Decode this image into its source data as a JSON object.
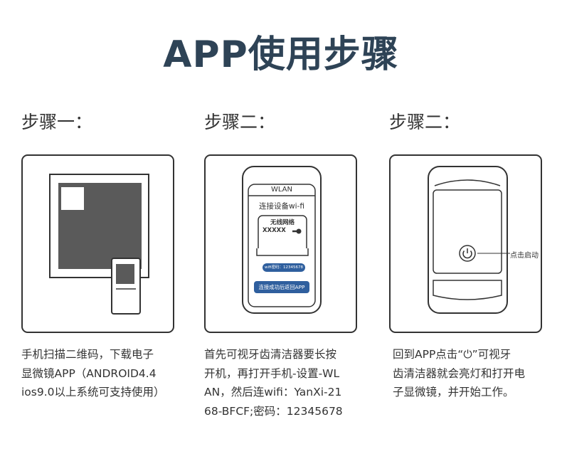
{
  "page": {
    "title": "APP使用步骤"
  },
  "steps": [
    {
      "label": "步骤一：",
      "description": "手机扫描二维码，下载电子\n显微镜APP（ANDROID4.4\nios9.0以上系统可支持使用）"
    },
    {
      "label": "步骤二：",
      "description": "首先可视牙齿清洁器要长按\n开机，再打开手机-设置-WL\nAN，然后连wifi：YanXi-21\n68-BFCF;密码：12345678",
      "phone": {
        "header": "WLAN",
        "connect_title": "连接设备wi-fi",
        "network_title": "无线网络",
        "network_name": "XXXXX",
        "password_pill": "wifi密码：12345678",
        "return_button": "连接成功后返回APP"
      }
    },
    {
      "label": "步骤二：",
      "description": "回到APP点击“⏻”可视牙\n齿清洁器就会亮灯和打开电\n子显微镜，并开始工作。",
      "phone": {
        "callout": "点击启动"
      }
    }
  ],
  "colors": {
    "title": "#2e4356",
    "accent_blue": "#2f5f9e",
    "qr_gray": "#5a5a5a",
    "line": "#333333"
  }
}
